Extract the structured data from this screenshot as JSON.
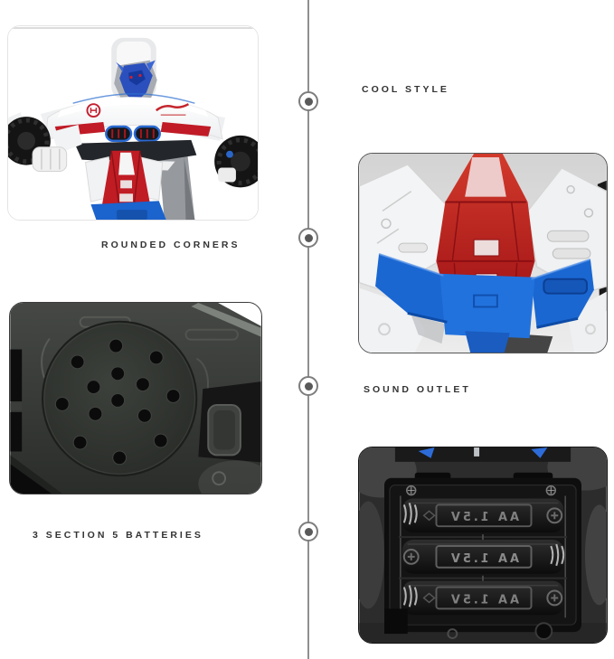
{
  "product_infographic": {
    "features": [
      {
        "label": "COOL STYLE"
      },
      {
        "label": "ROUNDED CORNERS"
      },
      {
        "label": "SOUND OUTLET"
      },
      {
        "label": "3 SECTION 5 BATTERIES"
      }
    ],
    "photos": {
      "robot_full": {
        "subject": "white-and-blue transforming robot car toy, front view with wheel arms"
      },
      "chest_closeup": {
        "subject": "translucent red chest armor with blue belt, close-up"
      },
      "speaker_closeup": {
        "subject": "round speaker grille with holes on dark plastic shell"
      },
      "battery_compartment": {
        "subject": "open battery compartment with three AA battery slots",
        "slot_count": 3,
        "battery_marking": "AA 1.5V"
      }
    },
    "timeline": {
      "dot_count": 4,
      "line_color": "#8f8f8f",
      "dot_ring_color": "#7d7d7d",
      "dot_core_color": "#595959"
    },
    "colors": {
      "label_text": "#333333",
      "brand_red": "#c01c24",
      "brand_blue": "#1a67d2",
      "dark_plastic": "#353835"
    }
  }
}
